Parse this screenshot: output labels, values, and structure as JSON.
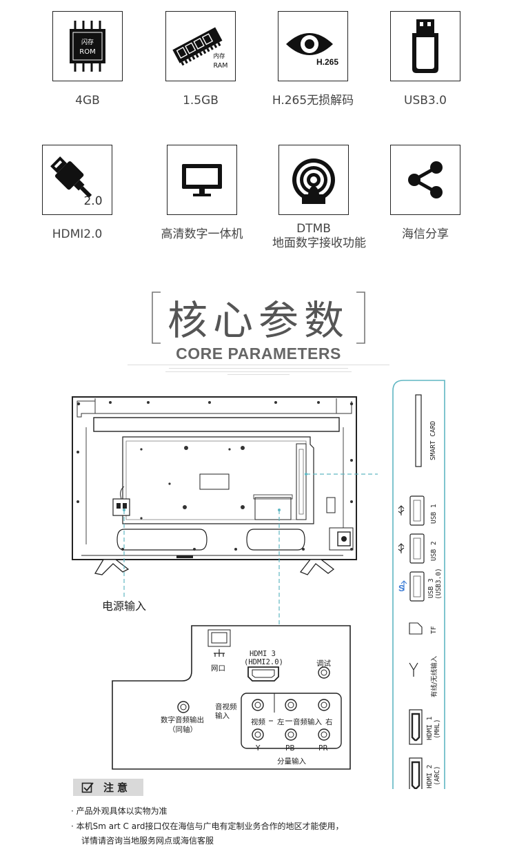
{
  "features": [
    {
      "caption": "4GB",
      "icon": "rom-chip-icon",
      "icon_text": [
        "闪存",
        "ROM"
      ]
    },
    {
      "caption": "1.5GB",
      "icon": "ram-module-icon",
      "icon_text": [
        "内存",
        "RAM"
      ]
    },
    {
      "caption": "H.265无损解码",
      "icon": "eye-h265-icon",
      "icon_text": [
        "H.265"
      ]
    },
    {
      "caption": "USB3.0",
      "icon": "usb-drive-icon",
      "icon_text": []
    },
    {
      "caption": "HDMI2.0",
      "icon": "hdmi-cable-icon",
      "icon_text": [
        "2.0"
      ]
    },
    {
      "caption": "高清数字一体机",
      "icon": "monitor-icon",
      "icon_text": []
    },
    {
      "caption": "DTMB",
      "caption2": "地面数字接收功能",
      "icon": "antenna-signal-icon",
      "icon_text": []
    },
    {
      "caption": "海信分享",
      "icon": "share-icon",
      "icon_text": []
    }
  ],
  "core": {
    "title_cn": "核心参数",
    "title_en": "CORE PARAMETERS"
  },
  "diagram": {
    "power_label": "电源输入",
    "side_panel": {
      "smart_card": "SMART CARD",
      "usb1": "USB 1",
      "usb2": "USB 2",
      "usb3": "USB 3",
      "usb3_sub": "(USB3.0)",
      "tf": "TF",
      "antenna": "有线/无线输入",
      "hdmi1": "HDMI 1",
      "hdmi1_sub": "(MHL)",
      "hdmi2": "HDMI 2",
      "hdmi2_sub": "(ARC)"
    },
    "bottom_panel": {
      "lan": "网口",
      "hdmi3": "HDMI 3",
      "hdmi3_sub": "(HDMI2.0)",
      "debug": "调试",
      "spdif": "数字音频输出",
      "spdif_sub": "（同轴）",
      "av_in": "音视频",
      "av_in2": "输入",
      "video": "视频",
      "left": "左",
      "audio_in": "音频输入",
      "right": "右",
      "y": "Y",
      "pb": "PB",
      "pr": "PR",
      "component": "分量输入"
    }
  },
  "notice": {
    "title": "注意",
    "lines": [
      "· 产品外观具体以实物为准",
      "· 本机Sm art C ard接口仅在海信与广电有定制业务合作的地区才能使用，",
      "详情请咨询当地服务网点或海信客服"
    ]
  },
  "colors": {
    "accent": "#5fb6c2",
    "box_border": "#222222"
  }
}
